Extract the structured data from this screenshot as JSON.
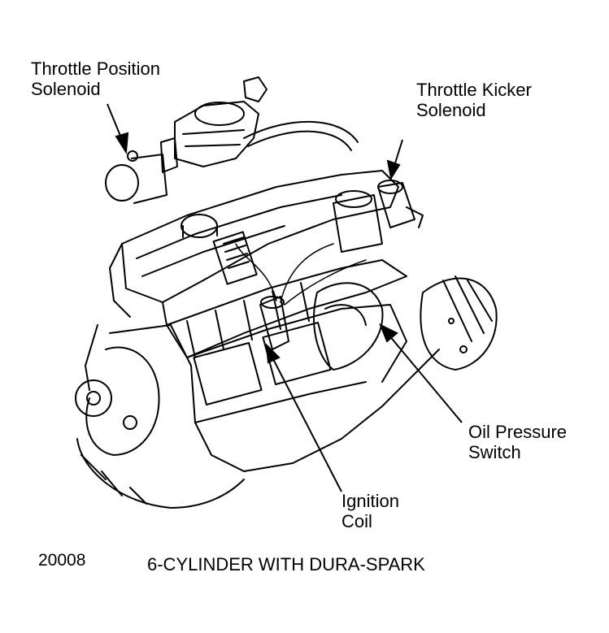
{
  "callouts": {
    "throttle_position": {
      "line1": "Throttle Position",
      "line2": "Solenoid"
    },
    "throttle_kicker": {
      "line1": "Throttle Kicker",
      "line2": "Solenoid"
    },
    "oil_pressure": {
      "line1": "Oil Pressure",
      "line2": "Switch"
    },
    "ignition_coil": {
      "line1": "Ignition",
      "line2": "Coil"
    }
  },
  "figure_number": "20008",
  "caption": "6-CYLINDER WITH DURA-SPARK"
}
